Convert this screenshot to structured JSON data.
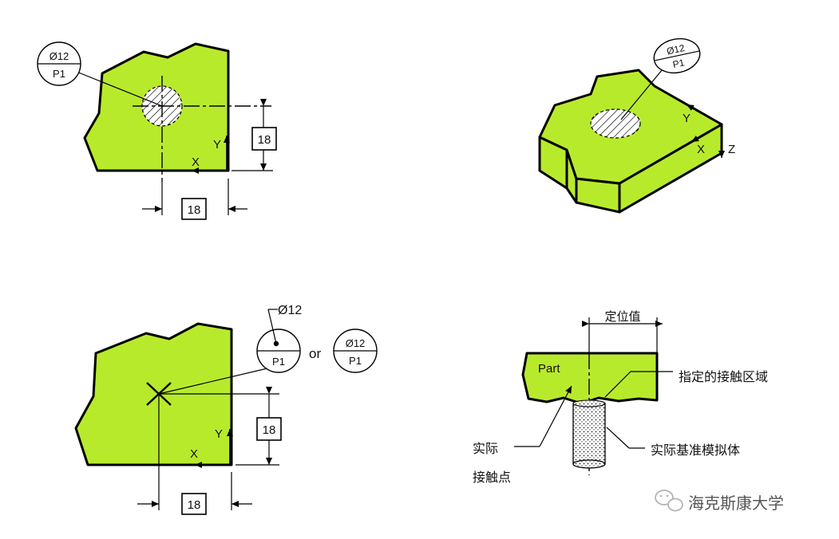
{
  "colors": {
    "part_fill": "#b8ea2c",
    "outline": "#000000",
    "watermark_icon": "#bbbbbb"
  },
  "panel_top_left": {
    "target_symbol": {
      "diameter": "Ø12",
      "label": "P1"
    },
    "axis_y": "Y",
    "axis_x": "X",
    "dim_vertical": "18",
    "dim_horizontal": "18"
  },
  "panel_top_right": {
    "target_symbol": {
      "diameter": "Ø12",
      "label": "P1"
    },
    "axis_y": "Y",
    "axis_x": "X",
    "axis_z": "Z"
  },
  "panel_bottom_left": {
    "point_symbol": {
      "diameter": "Ø12",
      "label": "P1"
    },
    "or_text": "or",
    "target_symbol": {
      "diameter": "Ø12",
      "label": "P1"
    },
    "axis_y": "Y",
    "axis_x": "X",
    "dim_vertical": "18",
    "dim_horizontal": "18"
  },
  "panel_bottom_right": {
    "dimension_label": "定位值",
    "part_label": "Part",
    "callout_contact_area": "指定的接触区域",
    "callout_actual_contact_line1": "实际",
    "callout_actual_contact_line2": "接触点",
    "callout_datum_simulator": "实际基准模拟体"
  },
  "watermark": {
    "text": "海克斯康大学",
    "icon": "wechat-icon"
  }
}
